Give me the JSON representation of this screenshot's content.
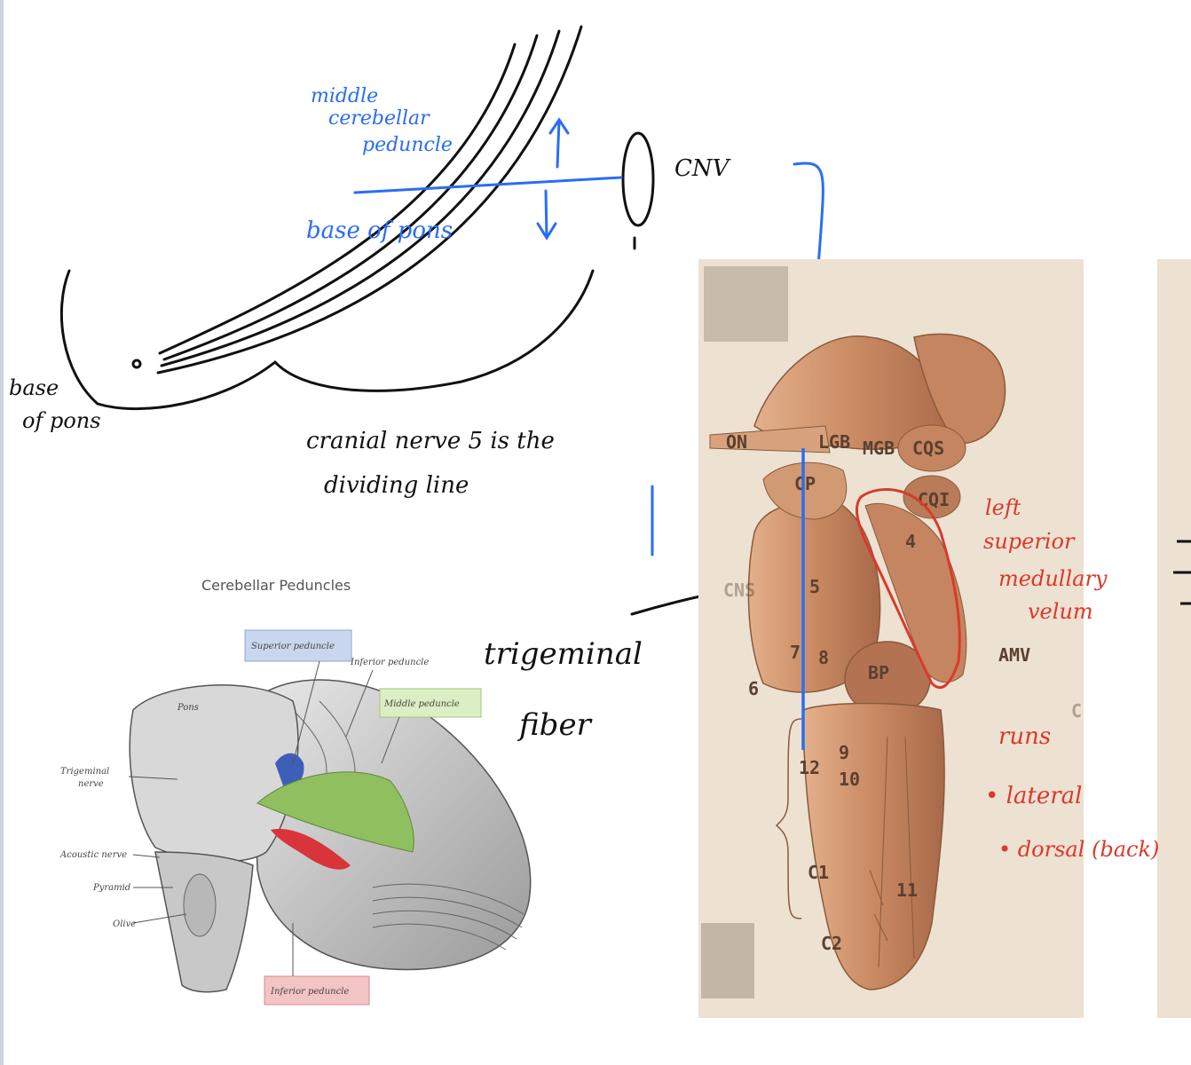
{
  "colors": {
    "ink_black": "#111111",
    "ink_blue": "#2a6df4",
    "ink_red": "#d93a2b",
    "plate_bg": "#ede1d2",
    "brainstem": "#c98a62",
    "superior_peduncle": "#3d5fb8",
    "middle_peduncle": "#8fbf5e",
    "inferior_peduncle": "#d8343a"
  },
  "sketch": {
    "middle_line1": "middle",
    "middle_line2": "cerebellar",
    "middle_line3": "peduncle",
    "cnv": "CNV",
    "base_of_pons_blue": "base of pons",
    "base_left_line1": "base",
    "base_left_line2": "of pons",
    "dividing_line1": "cranial nerve 5 is the",
    "dividing_line2": "dividing line",
    "trigeminal_line1": "trigeminal",
    "trigeminal_line2": "fiber"
  },
  "gray_figure": {
    "title": "Cerebellar Peduncles",
    "superior": "Superior peduncle",
    "inferior_top": "Inferior peduncle",
    "middle": "Middle peduncle",
    "inferior_bottom": "Inferior peduncle",
    "trigeminal_1": "Trigeminal",
    "trigeminal_2": "nerve",
    "acoustic": "Acoustic nerve",
    "pyramid": "Pyramid",
    "olive": "Olive",
    "pons": "Pons"
  },
  "plate": {
    "labels": {
      "on": "ON",
      "lgb": "LGB",
      "mgb": "MGB",
      "cqs": "CQS",
      "cqi": "CQI",
      "cp": "CP",
      "four": "4",
      "five": "5",
      "seven": "7",
      "eight": "8",
      "six": "6",
      "bp": "BP",
      "amv": "AMV",
      "twelve": "12",
      "nine": "9",
      "ten": "10",
      "eleven": "11",
      "c1": "C1",
      "c2": "C2",
      "cns": "CNS",
      "c": "C"
    }
  },
  "annotations": {
    "left_line1": "left",
    "left_line2": "superior",
    "left_line3": "medullary",
    "left_line4": "velum",
    "runs": "runs",
    "lateral": "• lateral",
    "dorsal": "• dorsal (back)"
  }
}
